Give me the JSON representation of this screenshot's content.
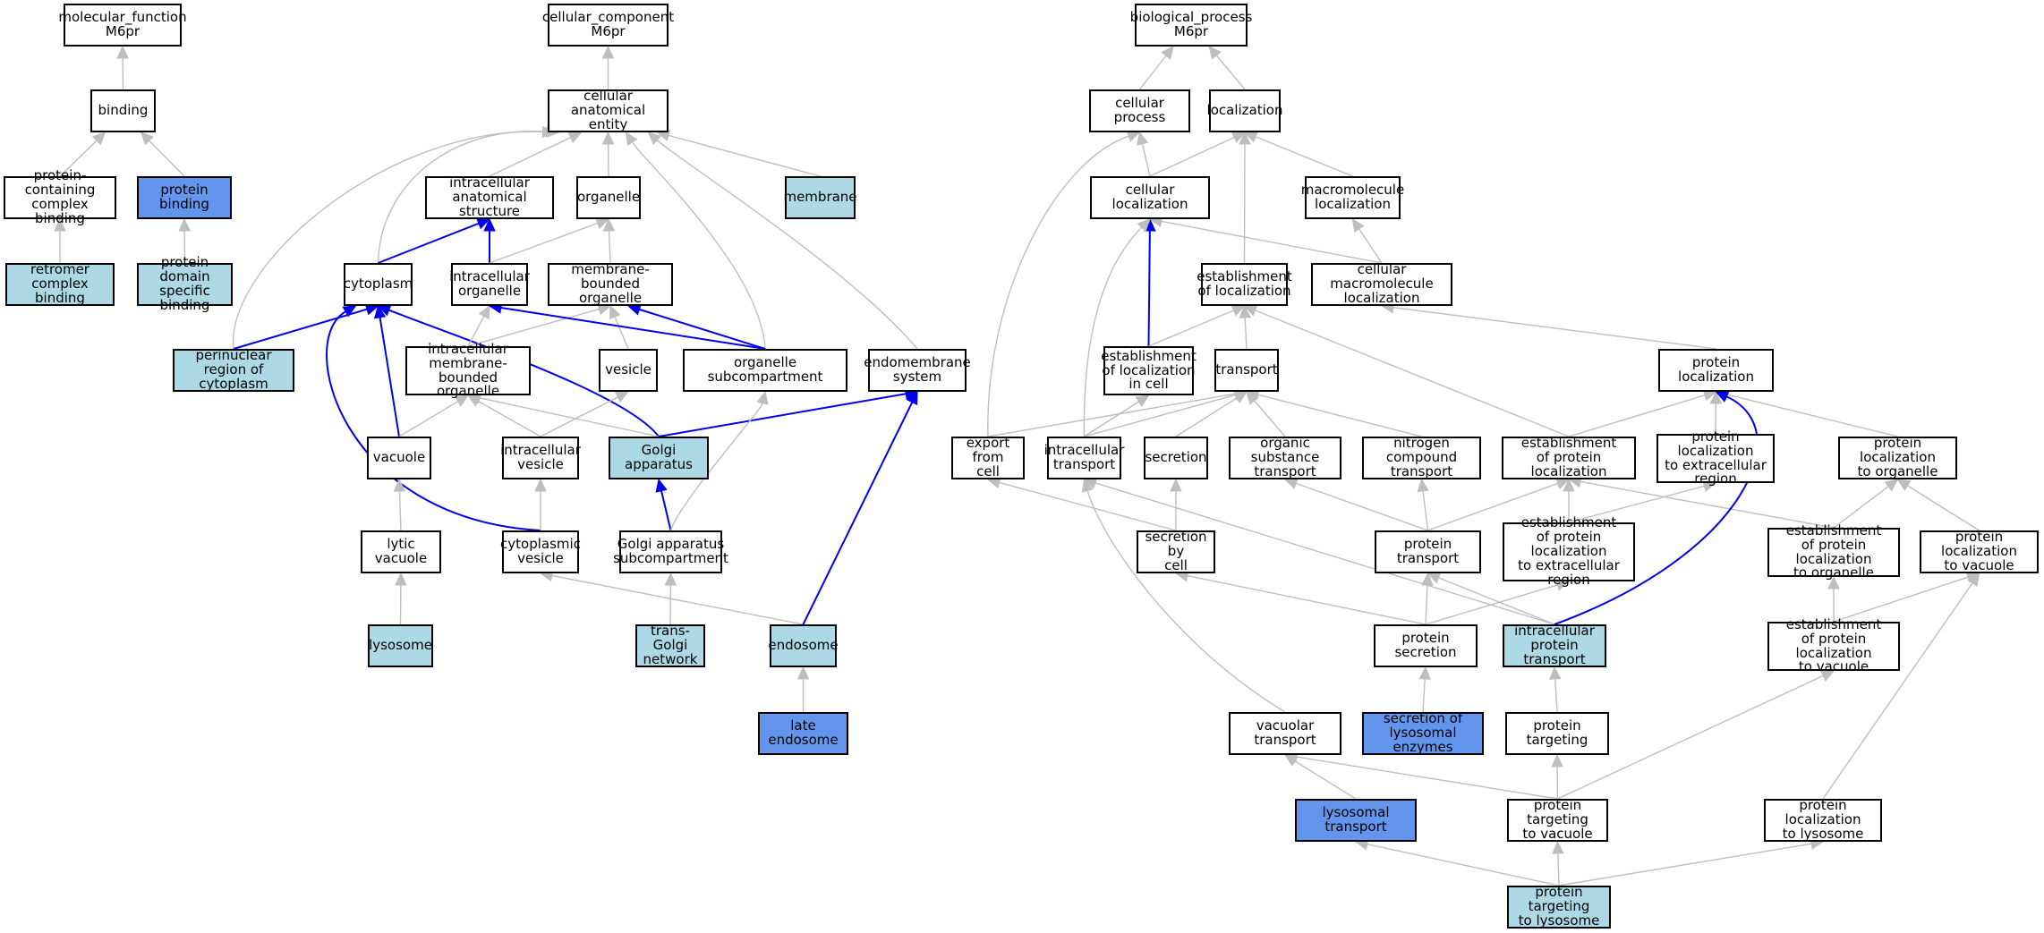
{
  "colors": {
    "light": "#add8e6",
    "dark": "#6495ed",
    "highlight_edge": "#0000ee",
    "edge": "#bebebe"
  },
  "nodes": {
    "mf_root": "molecular_function\nM6pr",
    "cc_root": "cellular_component\nM6pr",
    "bp_root": "biological_process\nM6pr",
    "binding": "binding",
    "protein_containing_complex_binding": "protein-containing\ncomplex binding",
    "protein_binding": "protein binding",
    "retromer_complex_binding": "retromer complex\nbinding",
    "protein_domain_specific_binding": "protein domain\nspecific binding",
    "cellular_anatomical_entity": "cellular anatomical\nentity",
    "intracellular_anatomical_structure": "intracellular\nanatomical structure",
    "organelle": "organelle",
    "membrane": "membrane",
    "cytoplasm": "cytoplasm",
    "intracellular_organelle": "intracellular\norganelle",
    "membrane_bounded_organelle": "membrane-bounded\norganelle",
    "perinuclear_region": "perinuclear\nregion of cytoplasm",
    "intracellular_membrane_bounded_organelle": "intracellular\nmembrane-bounded\norganelle",
    "vesicle": "vesicle",
    "organelle_subcompartment": "organelle subcompartment",
    "endomembrane_system": "endomembrane\nsystem",
    "vacuole": "vacuole",
    "intracellular_vesicle": "intracellular\nvesicle",
    "golgi_apparatus": "Golgi apparatus",
    "lytic_vacuole": "lytic vacuole",
    "cytoplasmic_vesicle": "cytoplasmic\nvesicle",
    "golgi_apparatus_subcompartment": "Golgi apparatus\nsubcompartment",
    "lysosome": "lysosome",
    "trans_golgi_network": "trans-Golgi\nnetwork",
    "endosome": "endosome",
    "late_endosome": "late endosome",
    "cellular_process": "cellular process",
    "localization": "localization",
    "cellular_localization": "cellular localization",
    "macromolecule_localization": "macromolecule\nlocalization",
    "establishment_of_localization": "establishment\nof localization",
    "cellular_macromolecule_localization": "cellular macromolecule\nlocalization",
    "establishment_of_localization_in_cell": "establishment\nof localization\nin cell",
    "transport": "transport",
    "protein_localization": "protein localization",
    "export_from_cell": "export from\ncell",
    "intracellular_transport": "intracellular\ntransport",
    "secretion": "secretion",
    "organic_substance_transport": "organic substance\ntransport",
    "nitrogen_compound_transport": "nitrogen compound\ntransport",
    "establishment_of_protein_localization": "establishment\nof protein localization",
    "protein_localization_to_extracellular_region": "protein localization\nto extracellular\nregion",
    "protein_localization_to_organelle": "protein localization\nto organelle",
    "secretion_by_cell": "secretion by\ncell",
    "protein_transport": "protein transport",
    "establishment_of_protein_localization_to_extracellular_region": "establishment\nof protein localization\nto extracellular\nregion",
    "establishment_of_protein_localization_to_organelle": "establishment\nof protein localization\nto organelle",
    "protein_localization_to_vacuole": "protein localization\nto vacuole",
    "protein_secretion": "protein secretion",
    "intracellular_protein_transport": "intracellular\nprotein transport",
    "establishment_of_protein_localization_to_vacuole": "establishment\nof protein localization\nto vacuole",
    "vacuolar_transport": "vacuolar transport",
    "secretion_of_lysosomal_enzymes": "secretion of\nlysosomal enzymes",
    "protein_targeting": "protein targeting",
    "lysosomal_transport": "lysosomal transport",
    "protein_targeting_to_vacuole": "protein targeting\nto vacuole",
    "protein_localization_to_lysosome": "protein localization\nto lysosome",
    "protein_targeting_to_lysosome": "protein targeting\nto lysosome"
  }
}
